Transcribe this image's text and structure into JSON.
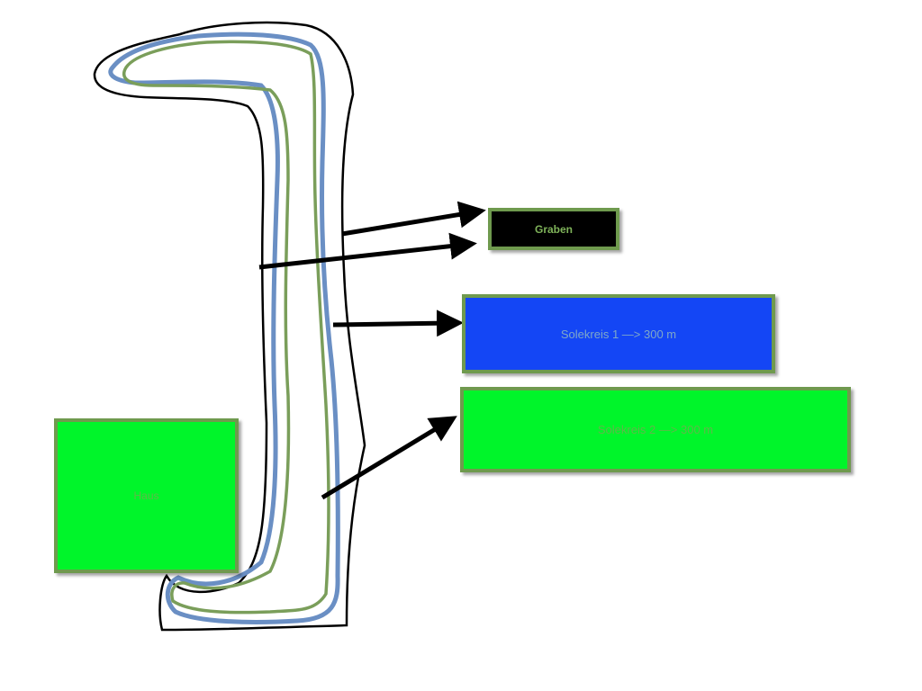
{
  "labels": {
    "graben": "Graben",
    "solekreis1": "Solekreis 1 —> 300 m",
    "solekreis2": "Solekreis 2 —> 300 m",
    "haus": "Haus"
  },
  "colors": {
    "graben_fill": "#000000",
    "solekreis1_fill": "#1446f5",
    "solekreis2_fill": "#00f52a",
    "haus_fill": "#00f52a",
    "pipe_blue": "#6a8fc4",
    "pipe_green": "#7a9e5a",
    "trench_outline": "#000000"
  }
}
